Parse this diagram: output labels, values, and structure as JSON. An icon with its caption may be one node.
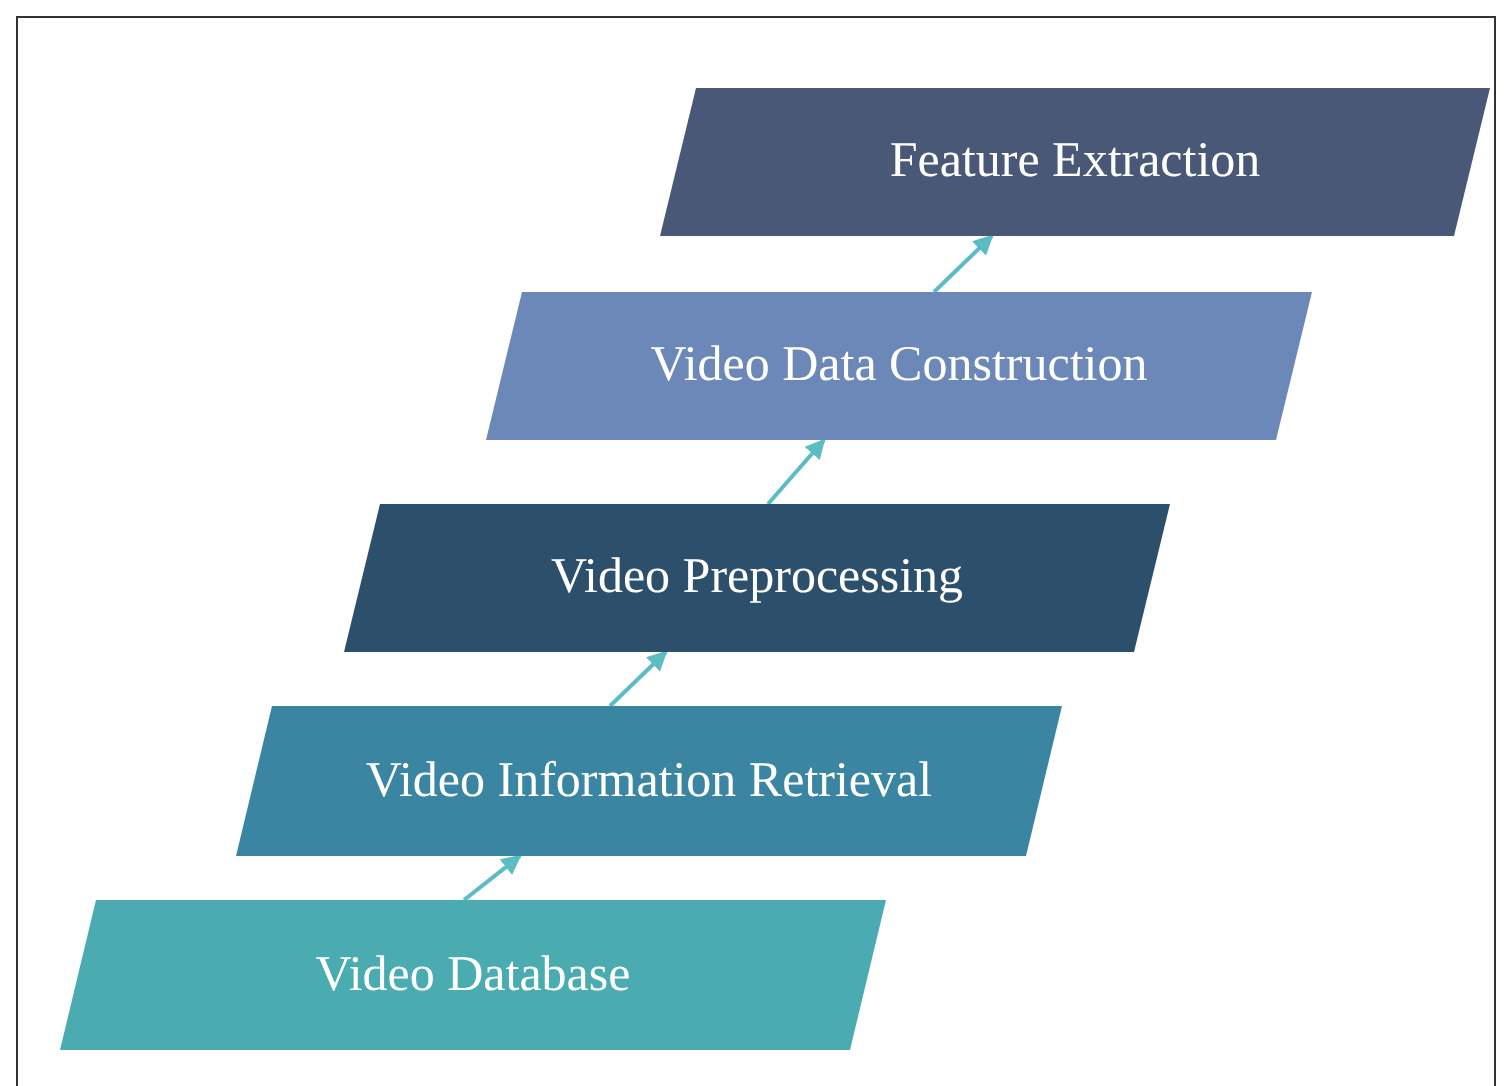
{
  "diagram": {
    "nodes": [
      {
        "text": [
          "Feature Extraction"
        ]
      },
      {
        "text": [
          "Video Data Construction"
        ]
      },
      {
        "text": [
          "Video Preprocessing"
        ]
      },
      {
        "text": [
          "Video Information Retrieval"
        ]
      },
      {
        "text": [
          "Video Database"
        ]
      }
    ],
    "edges": [
      {
        "from": 4,
        "to": 3,
        "arrow": "to"
      },
      {
        "from": 3,
        "to": 2,
        "arrow": "to"
      },
      {
        "from": 2,
        "to": 1,
        "arrow": "to"
      },
      {
        "from": 1,
        "to": 0,
        "arrow": "to"
      }
    ]
  }
}
